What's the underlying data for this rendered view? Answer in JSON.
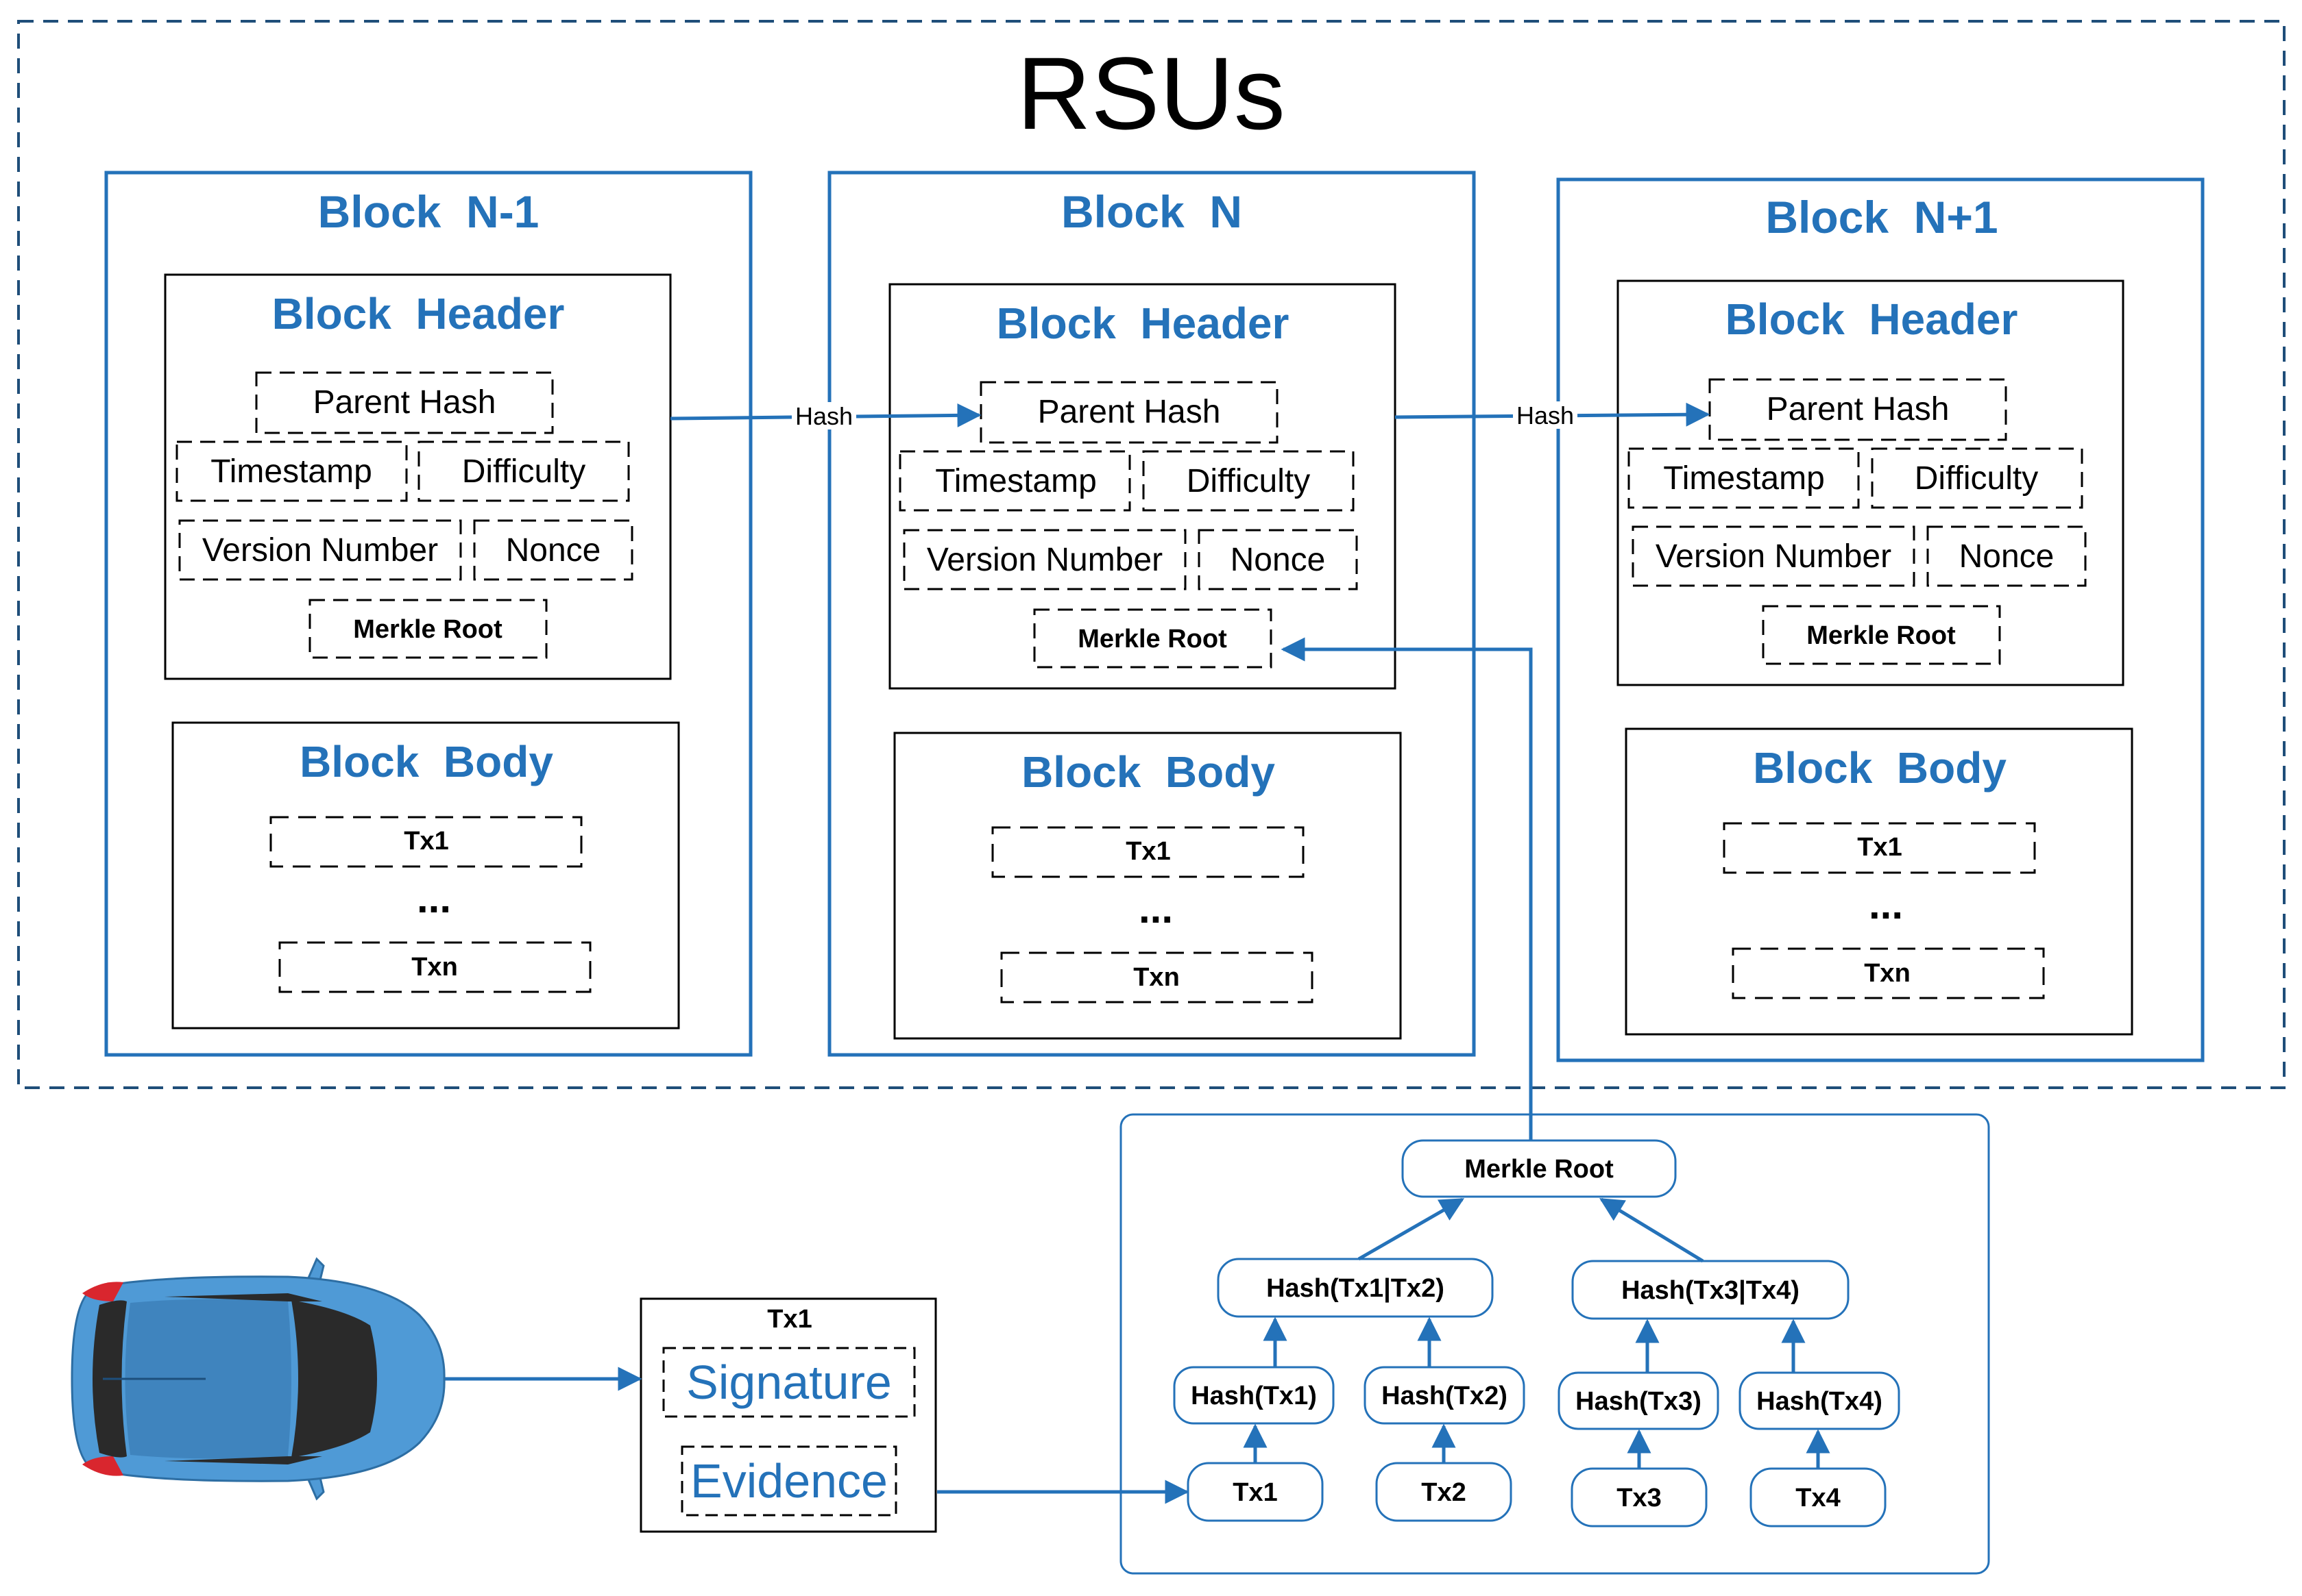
{
  "title": "RSUs",
  "colors": {
    "accent": "#2472b9",
    "frame": "#1f4e79",
    "car_body": "#4f9ad6",
    "car_dark": "#2a2a2a",
    "car_light": "#d9262e"
  },
  "blocks": [
    {
      "title": "Block  N-1",
      "header": {
        "title": "Block  Header",
        "parent_hash": "Parent Hash",
        "timestamp": "Timestamp",
        "difficulty": "Difficulty",
        "version": "Version Number",
        "nonce": "Nonce",
        "merkle_root": "Merkle Root"
      },
      "body": {
        "title": "Block  Body",
        "tx_first": "Tx1",
        "ellipsis": "...",
        "tx_last": "Txn"
      }
    },
    {
      "title": "Block  N",
      "header": {
        "title": "Block  Header",
        "parent_hash": "Parent Hash",
        "timestamp": "Timestamp",
        "difficulty": "Difficulty",
        "version": "Version Number",
        "nonce": "Nonce",
        "merkle_root": "Merkle Root"
      },
      "body": {
        "title": "Block  Body",
        "tx_first": "Tx1",
        "ellipsis": "...",
        "tx_last": "Txn"
      }
    },
    {
      "title": "Block  N+1",
      "header": {
        "title": "Block  Header",
        "parent_hash": "Parent Hash",
        "timestamp": "Timestamp",
        "difficulty": "Difficulty",
        "version": "Version Number",
        "nonce": "Nonce",
        "merkle_root": "Merkle Root"
      },
      "body": {
        "title": "Block  Body",
        "tx_first": "Tx1",
        "ellipsis": "...",
        "tx_last": "Txn"
      }
    }
  ],
  "hash_links": [
    "Hash",
    "Hash"
  ],
  "transaction": {
    "title": "Tx1",
    "signature": "Signature",
    "evidence": "Evidence"
  },
  "merkle_tree": {
    "root": "Merkle Root",
    "level2": [
      "Hash(Tx1|Tx2)",
      "Hash(Tx3|Tx4)"
    ],
    "level1": [
      "Hash(Tx1)",
      "Hash(Tx2)",
      "Hash(Tx3)",
      "Hash(Tx4)"
    ],
    "leaves": [
      "Tx1",
      "Tx2",
      "Tx3",
      "Tx4"
    ]
  },
  "icons": {
    "vehicle": "car-icon"
  }
}
